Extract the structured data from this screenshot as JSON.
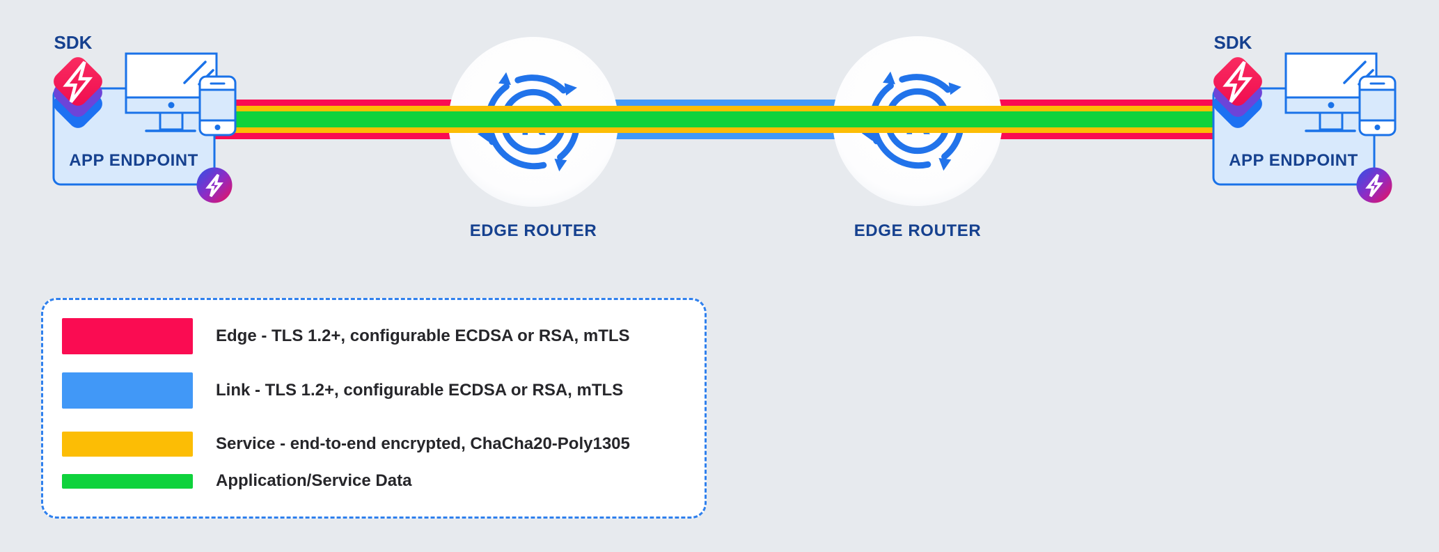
{
  "diagram": {
    "left_endpoint": {
      "sdk_label": "SDK",
      "label": "APP ENDPOINT"
    },
    "right_endpoint": {
      "sdk_label": "SDK",
      "label": "APP ENDPOINT"
    },
    "left_router": {
      "label": "EDGE ROUTER",
      "logo_letter": "R"
    },
    "right_router": {
      "label": "EDGE ROUTER",
      "logo_letter": "R"
    },
    "bands": {
      "endpoint_to_router_sequence": [
        "edge",
        "service",
        "data",
        "service",
        "edge"
      ],
      "router_to_router_sequence": [
        "link",
        "service",
        "data",
        "service",
        "link"
      ]
    }
  },
  "legend": {
    "items": [
      {
        "id": "edge",
        "swatch_color": "#FA0C52",
        "label": "Edge - TLS 1.2+, configurable ECDSA or RSA, mTLS"
      },
      {
        "id": "link",
        "swatch_color": "#4198F7",
        "label": "Link - TLS 1.2+, configurable ECDSA or RSA, mTLS"
      },
      {
        "id": "service",
        "swatch_color": "#FCBD05",
        "label": "Service - end-to-end encrypted, ChaCha20-Poly1305"
      },
      {
        "id": "data",
        "swatch_color": "#0FD23C",
        "label": "Application/Service Data"
      }
    ]
  },
  "colors": {
    "background": "#E7EAEE",
    "edge_red": "#FA0C52",
    "link_blue": "#4198F7",
    "service_yellow": "#FCBD05",
    "data_green": "#0FD23C",
    "icon_stroke_blue": "#1A72E8",
    "icon_fill_light_blue": "#D8E9FC",
    "label_navy": "#16418F",
    "legend_border_blue": "#2F80ED",
    "legend_text": "#26262A",
    "sdk_diamond_purple": "#6D44D8",
    "sdk_diamond_blue": "#1D71F2",
    "sdk_diamond_red": "#F50F4F",
    "badge_gradient_start": "#2D53E8",
    "badge_gradient_end": "#ED1059"
  }
}
